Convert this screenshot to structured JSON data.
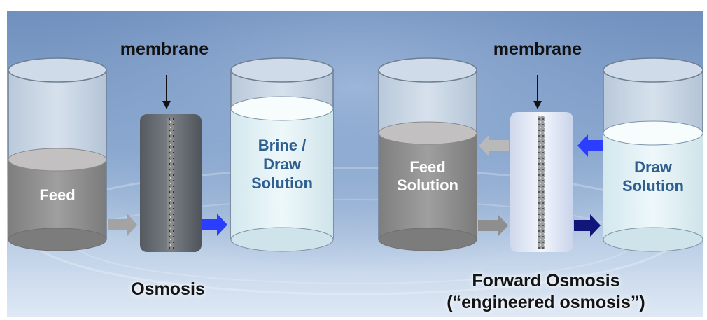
{
  "left_panel": {
    "membrane_label": "membrane",
    "feed_tank_label": "Feed",
    "draw_tank_label_lines": [
      "Brine /",
      "Draw",
      "Solution"
    ],
    "caption": "Osmosis"
  },
  "right_panel": {
    "membrane_label": "membrane",
    "feed_tank_label_lines": [
      "Feed",
      "Solution"
    ],
    "draw_tank_label_lines": [
      "Draw",
      "Solution"
    ],
    "caption_lines": [
      "Forward Osmosis",
      "(“engineered osmosis”)"
    ]
  },
  "colors": {
    "background_sky": "#7f9ec7",
    "feed_liquid": "#8c8c8c",
    "draw_liquid": "#dff0f4",
    "membrane_dark": "#6a6f76",
    "membrane_light": "#e6ecf8",
    "arrow_blue": "#2a3cff",
    "arrow_gray": "#9a9a9a",
    "label_blue": "#2f5f8f"
  }
}
